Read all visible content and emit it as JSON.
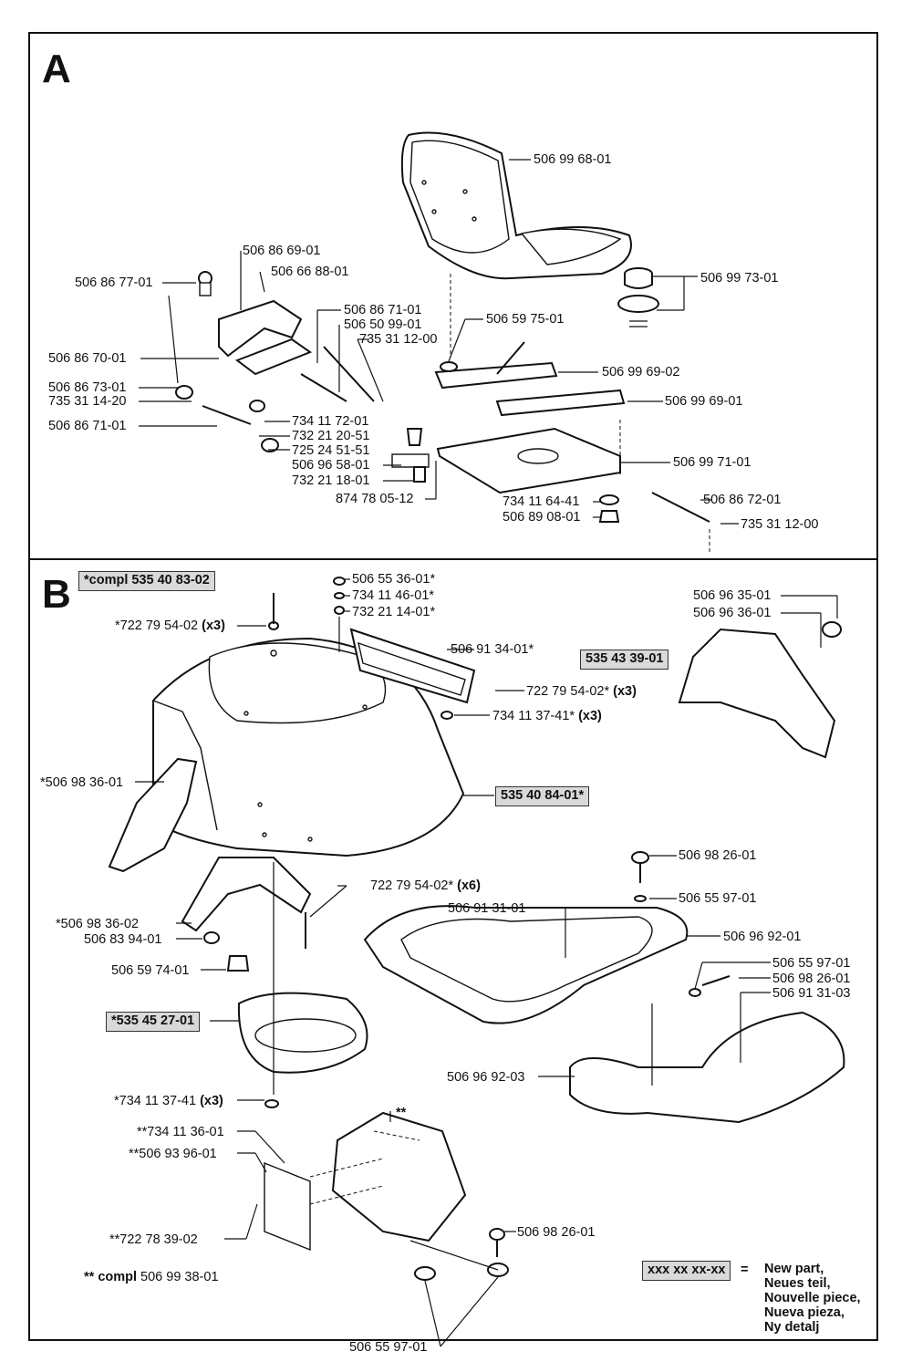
{
  "sections": {
    "a": {
      "letter": "A"
    },
    "b": {
      "letter": "B"
    }
  },
  "labels_a": {
    "seat": "506 99 68-01",
    "l_86_69": "506 86 69-01",
    "l_66_88": "506 66 88-01",
    "l_86_77": "506 86 77-01",
    "l_99_73": "506 99 73-01",
    "l_86_71a": "506 86 71-01",
    "l_50_99": "506 50 99-01",
    "l_735_top": "735 31 12-00",
    "l_59_75": "506 59 75-01",
    "l_86_70": "506 86 70-01",
    "l_99_69_02": "506 99 69-02",
    "l_86_73": "506 86 73-01",
    "l_735_14": "735 31 14-20",
    "l_99_69_01": "506 99 69-01",
    "l_86_71b": "506 86 71-01",
    "l_734_72": "734 11 72-01",
    "l_732_20": "732 21 20-51",
    "l_725_24": "725 24 51-51",
    "l_96_58": "506 96 58-01",
    "l_99_71": "506 99 71-01",
    "l_732_18": "732 21 18-01",
    "l_874_78": "874 78 05-12",
    "l_734_64": "734 11 64-41",
    "l_86_72": "506 86 72-01",
    "l_89_08": "506 89 08-01",
    "l_735_bot": "735 31 12-00"
  },
  "labels_b": {
    "compl_box": "*compl 535 40 83-02",
    "b_55_36": "506 55 36-01*",
    "b_734_46": "734 11 46-01*",
    "b_732_14": "732 21 14-01*",
    "b_722_79_x3a_pre": "*722 79 54-02",
    "b_722_79_x3a_mult": "(x3)",
    "b_91_34": "506 91 34-01*",
    "b_96_35": "506 96 35-01",
    "b_96_36": "506 96 36-01",
    "b_535_43_box": "535 43 39-01",
    "b_722_79_x3b_pre": "722 79 54-02*",
    "b_722_79_x3b_mult": "(x3)",
    "b_734_37_pre": "734 11 37-41*",
    "b_734_37_mult": "(x3)",
    "b_98_36_01": "*506 98 36-01",
    "b_535_40_84_box": "535 40 84-01*",
    "b_98_26_a": "506 98 26-01",
    "b_722_79_x6_pre": "722 79 54-02*",
    "b_722_79_x6_mult": "(x6)",
    "b_55_97_a": "506 55 97-01",
    "b_98_36_02": "*506 98 36-02",
    "b_91_31_01": "506 91 31-01",
    "b_96_92_01": "506 96 92-01",
    "b_83_94": "506 83 94-01",
    "b_59_74": "506 59 74-01",
    "b_55_97_b": "506 55 97-01",
    "b_98_26_b": "506 98 26-01",
    "b_91_31_03": "506 91 31-03",
    "b_535_45_box": "*535 45 27-01",
    "b_96_92_03": "506 96 92-03",
    "b_734_37b_pre": "*734 11 37-41",
    "b_734_37b_mult": "(x3)",
    "b_dstar": "**",
    "b_734_36": "**734 11 36-01",
    "b_93_96": "**506 93 96-01",
    "b_722_78": "**722 78 39-02",
    "b_98_26_c": "506 98 26-01",
    "b_compl_2_pre": "** compl",
    "b_compl_2_num": "506 99 38-01",
    "b_55_97_c": "506 55 97-01"
  },
  "legend": {
    "box": "xxx xx xx-xx",
    "equals": "=",
    "lines": [
      "New part,",
      "Neues teil,",
      "Nouvelle piece,",
      "Nueva pieza,",
      "Ny detalj"
    ]
  }
}
